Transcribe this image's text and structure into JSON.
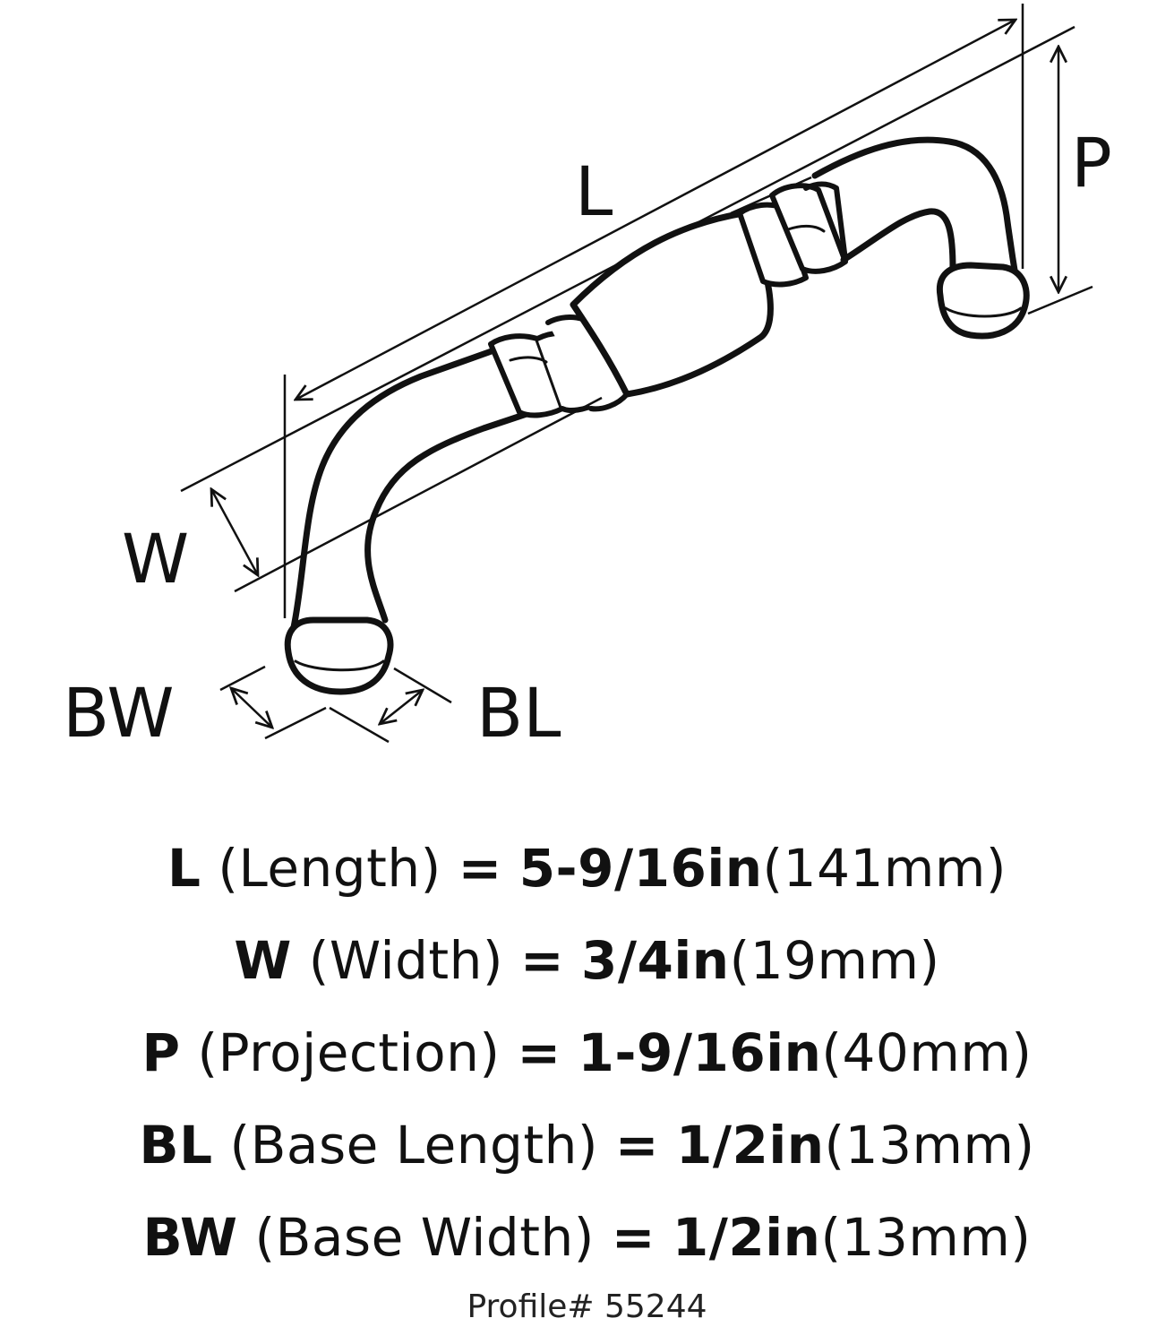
{
  "labels": {
    "length": "L",
    "width": "W",
    "projection": "P",
    "base_width": "BW",
    "base_length": "BL"
  },
  "specs": [
    {
      "code": "L",
      "desc": "(Length)",
      "eq": "=",
      "inch": "5-9/16in",
      "mm": "(141mm)"
    },
    {
      "code": "W",
      "desc": "(Width)",
      "eq": "=",
      "inch": "3/4in",
      "mm": "(19mm)"
    },
    {
      "code": "P",
      "desc": "(Projection)",
      "eq": "=",
      "inch": "1-9/16in",
      "mm": "(40mm)"
    },
    {
      "code": "BL",
      "desc": "(Base Length)",
      "eq": "=",
      "inch": "1/2in",
      "mm": "(13mm)"
    },
    {
      "code": "BW",
      "desc": "(Base Width)",
      "eq": "=",
      "inch": "1/2in",
      "mm": "(13mm)"
    }
  ],
  "profile": "Profile# 55244",
  "colors": {
    "ink": "#111111",
    "background": "#ffffff"
  }
}
